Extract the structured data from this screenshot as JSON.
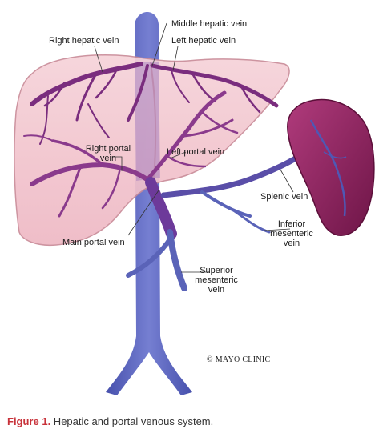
{
  "labels": {
    "middle_hepatic": "Middle hepatic vein",
    "right_hepatic": "Right hepatic vein",
    "left_hepatic": "Left hepatic vein",
    "right_portal_1": "Right portal",
    "right_portal_2": "vein",
    "left_portal": "Left portal vein",
    "splenic": "Splenic vein",
    "inferior_mes_1": "Inferior",
    "inferior_mes_2": "mesenteric",
    "inferior_mes_3": "vein",
    "main_portal": "Main portal vein",
    "superior_mes_1": "Superior",
    "superior_mes_2": "mesenteric",
    "superior_mes_3": "vein"
  },
  "copyright": "© MAYO CLINIC",
  "caption": {
    "figure": "Figure 1.",
    "text": " Hepatic and portal venous system."
  },
  "colors": {
    "liver_fill": "#f3c6cf",
    "liver_edge": "#c98b98",
    "vein_purple": "#7a2d7e",
    "vein_blue": "#5a63b8",
    "spleen": "#8e1f5e",
    "caption_red": "#c8323a"
  }
}
